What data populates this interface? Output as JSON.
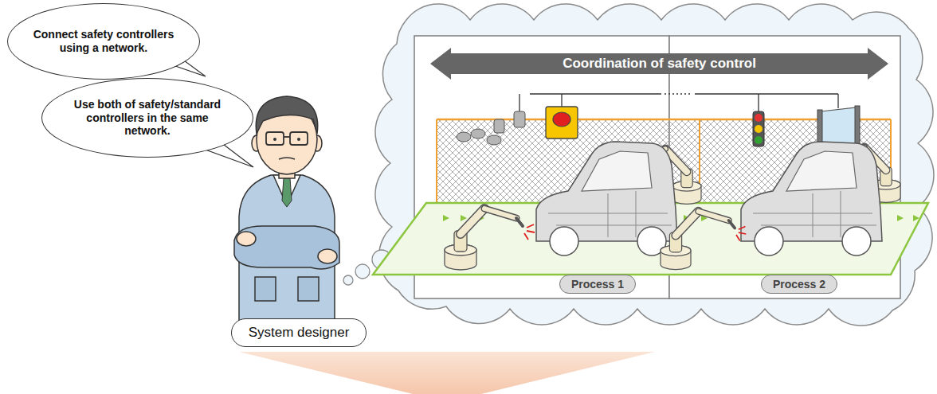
{
  "diagram": {
    "nodes": [
      {
        "text": [
          "Connect safety controllers using a network."
        ]
      },
      {
        "text": [
          "Use both of safety/standard controllers in the same network."
        ]
      },
      {
        "text": [
          "System designer"
        ]
      },
      {
        "text": [
          "Coordination of safety control"
        ]
      },
      {
        "text": [
          "Process 1"
        ]
      },
      {
        "text": [
          "Process 2"
        ]
      }
    ]
  }
}
